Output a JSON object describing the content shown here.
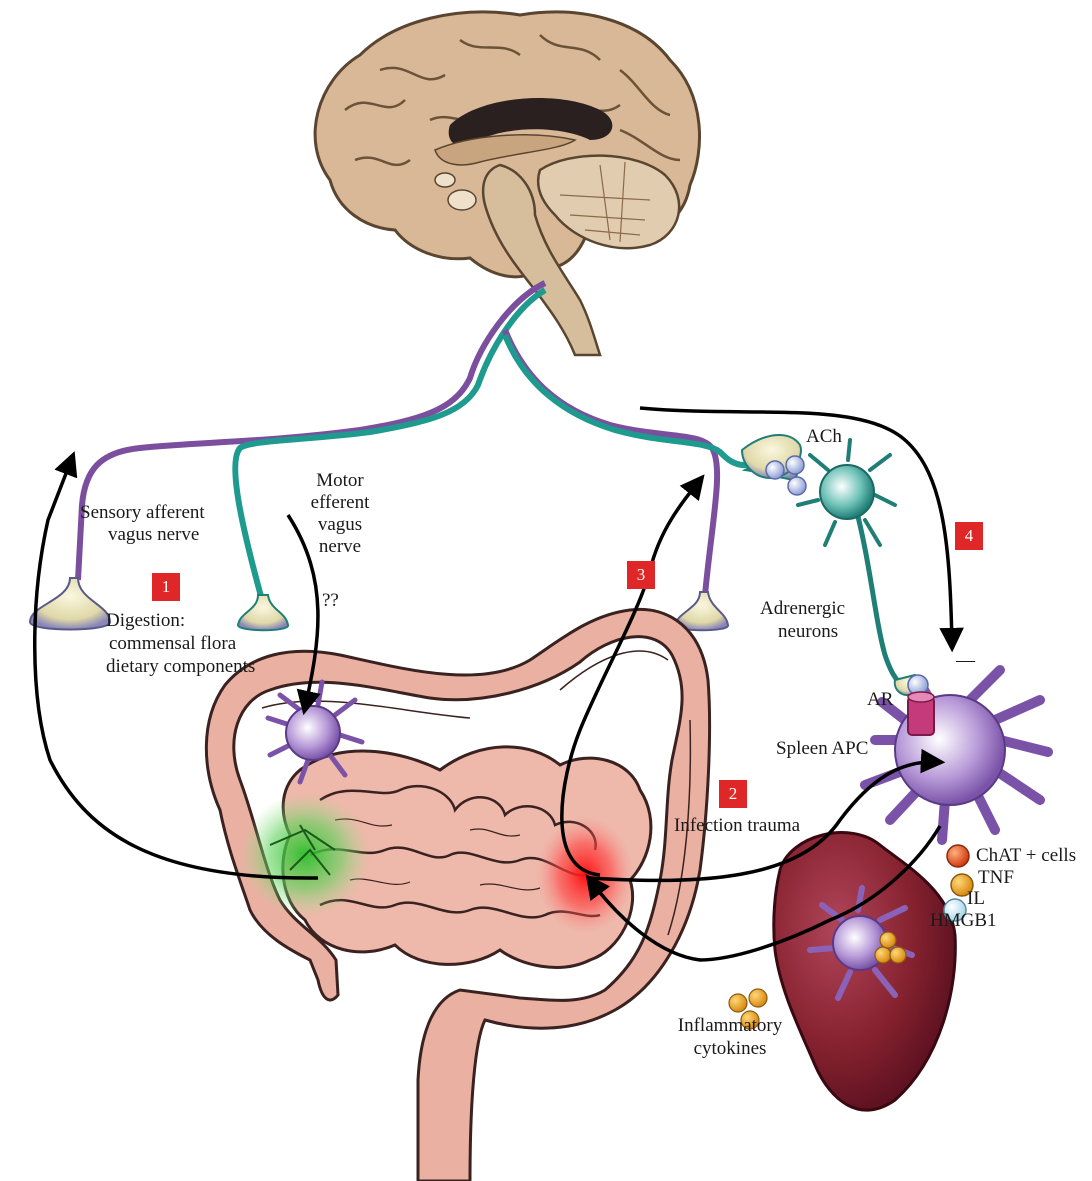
{
  "labels": {
    "sensory_line1": "Sensory afferent",
    "sensory_line2": "vagus nerve",
    "motor_line1": "Motor",
    "motor_line2": "efferent",
    "motor_line3": "vagus",
    "motor_line4": "nerve",
    "question": "??",
    "digestion_line1": "Digestion:",
    "digestion_line2": "commensal flora",
    "digestion_line3": "dietary components",
    "ach": "ACh",
    "adrenergic_line1": "Adrenergic",
    "adrenergic_line2": "neurons",
    "ar": "AR",
    "spleen_apc": "Spleen APC",
    "infection": "Infection trauma",
    "chat": "ChAT + cells",
    "tnf": "TNF",
    "il": "IL",
    "hmgb1": "HMGB1",
    "inflam_line1": "Inflammatory",
    "inflam_line2": "cytokines",
    "minus": "—"
  },
  "steps": [
    "1",
    "2",
    "3",
    "4"
  ],
  "colors": {
    "badge": "#e02727",
    "afferent_nerve": "#7b4f9e",
    "efferent_nerve": "#1f9a8f",
    "brain": "#d8b896",
    "intestine": "#eab0a2",
    "spleen": "#7a1f2c",
    "apc": "#9a76c4",
    "green_zone": "#39c23a",
    "red_zone": "#ff2020"
  }
}
